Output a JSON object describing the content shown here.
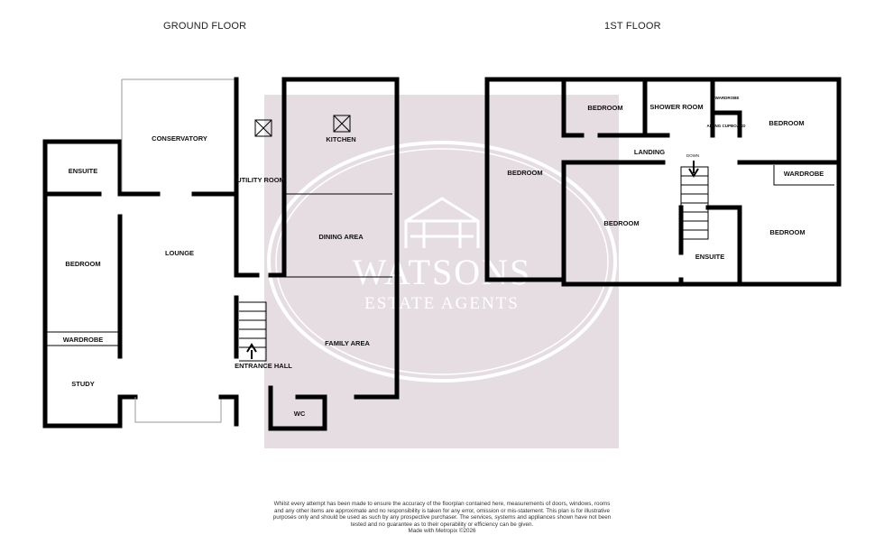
{
  "ground_floor": {
    "title": "GROUND FLOOR",
    "rooms": {
      "ensuite": "ENSUITE",
      "bedroom": "BEDROOM",
      "wardrobe": "WARDROBE",
      "study": "STUDY",
      "conservatory": "CONSERVATORY",
      "lounge": "LOUNGE",
      "utility": "UTILITY ROOM",
      "kitchen": "KITCHEN",
      "dining": "DINING AREA",
      "family": "FAMILY AREA",
      "hall": "ENTRANCE HALL",
      "wc": "WC"
    }
  },
  "first_floor": {
    "title": "1ST FLOOR",
    "rooms": {
      "bedroom_left": "BEDROOM",
      "bedroom_top": "BEDROOM",
      "shower": "SHOWER ROOM",
      "wardrobe_small": "WARDROBE",
      "airing": "AIRING CUPBOARD",
      "bedroom_right": "BEDROOM",
      "landing": "LANDING",
      "down": "DOWN",
      "bedroom_mid": "BEDROOM",
      "ensuite": "ENSUITE",
      "wardrobe": "WARDROBE",
      "bedroom_br": "BEDROOM"
    }
  },
  "watermark": {
    "line1": "WATSONS",
    "line2": "ESTATE AGENTS"
  },
  "disclaimer": "Whilst every attempt has been made to ensure the accuracy of the floorplan contained here, measurements of doors, windows, rooms and any other items are approximate and no responsibility is taken for any error, omission or mis-statement. This plan is for illustrative purposes only and should be used as such by any prospective purchaser. The services, systems and appliances shown have not been tested and no guarantee as to their operability or efficiency can be given.",
  "made_with": "Made with Metropix ©2026",
  "colors": {
    "overlay": "#e6dde3",
    "watermark": "#ffffff",
    "walls": "#000000"
  }
}
